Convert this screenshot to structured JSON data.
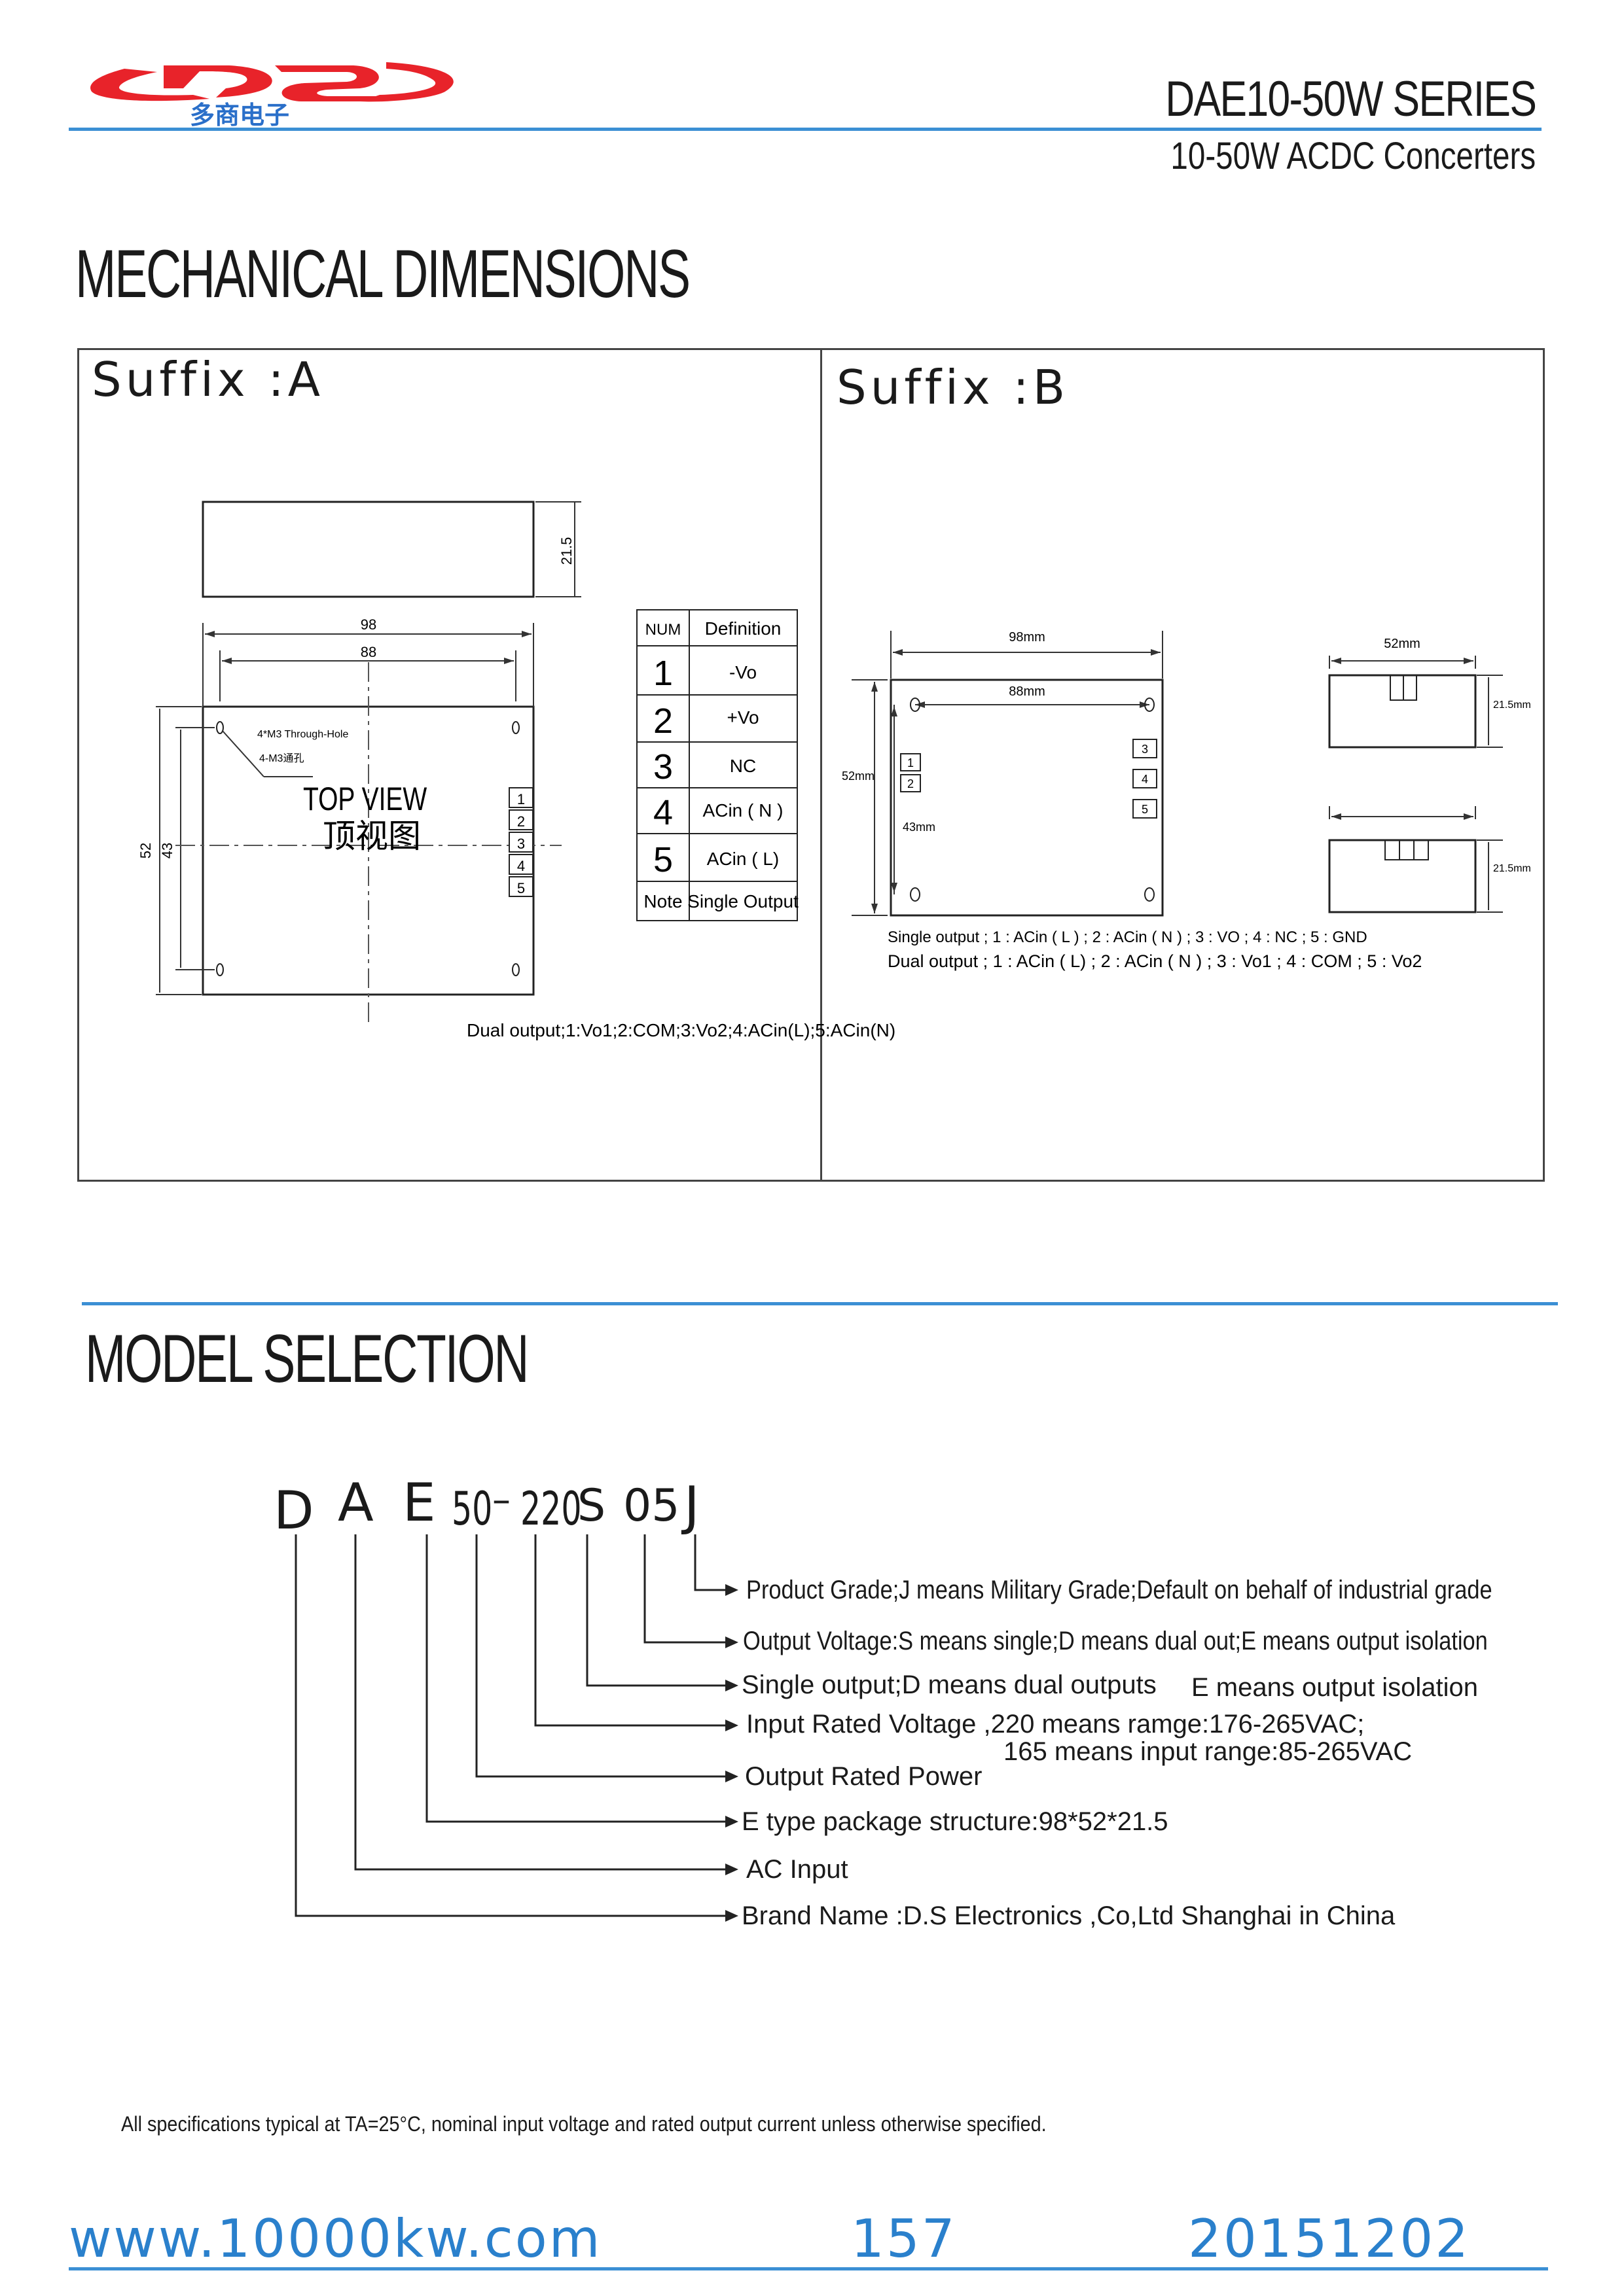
{
  "header": {
    "logo_text": "多商电子",
    "series": "DAE10-50W SERIES",
    "subtitle": "10-50W ACDC Concerters"
  },
  "mechanical": {
    "title": "MECHANICAL DIMENSIONS",
    "suffix_a": {
      "label": "Suffix :A",
      "dim_height": "21.5",
      "dim_98": "98",
      "dim_88": "88",
      "dim_52": "52",
      "dim_43": "43",
      "hole_note_en": "4*M3 Through-Hole",
      "hole_note_cn": "4-M3通孔",
      "top_view": "TOP VIEW",
      "top_view_cn": "顶视图",
      "pins": [
        "1",
        "2",
        "3",
        "4",
        "5"
      ],
      "pin_table": {
        "header": [
          "NUM",
          "Definition"
        ],
        "rows": [
          [
            "1",
            "-Vo"
          ],
          [
            "2",
            "+Vo"
          ],
          [
            "3",
            "NC"
          ],
          [
            "4",
            "ACin ( N )"
          ],
          [
            "5",
            "ACin ( L)"
          ],
          [
            "Note",
            "Single Output"
          ]
        ]
      },
      "dual_note": "Dual output;1:Vo1;2:COM;3:Vo2;4:ACin(L);5:ACin(N)"
    },
    "suffix_b": {
      "label": "Suffix :B",
      "dim_98": "98mm",
      "dim_88": "88mm",
      "dim_52": "52mm",
      "dim_43": "43mm",
      "side_width": "52mm",
      "side_height_1": "21.5mm",
      "side_height_2": "21.5mm",
      "pins_left": [
        "1",
        "2"
      ],
      "pins_right": [
        "3",
        "4",
        "5"
      ],
      "single_note": "Single output ; 1 : ACin ( L )  ; 2 : ACin ( N ) ; 3 : VO ; 4 : NC ; 5 : GND",
      "dual_note": "Dual output ; 1 : ACin ( L) ; 2 : ACin ( N ) ; 3 : Vo1 ; 4 : COM ; 5 : Vo2"
    }
  },
  "model": {
    "title": "MODEL SELECTION",
    "code": [
      "D",
      "A",
      "E",
      "50",
      "–",
      "220",
      "S",
      "05",
      "J"
    ],
    "descriptions": [
      "Product Grade;J means Military Grade;Default on behalf of industrial grade",
      "Output Voltage:S means single;D means dual out;E means output isolation",
      "Single output;D means dual outputs",
      "E means output isolation",
      "Input Rated Voltage ,220 means ramge:176-265VAC;",
      "165 means input range:85-265VAC",
      "Output Rated Power",
      "E type package structure:98*52*21.5",
      "AC Input",
      "Brand Name :D.S Electronics ,Co,Ltd Shanghai in China"
    ]
  },
  "footnote": "All specifications typical at TA=25°C, nominal input voltage and rated output current unless otherwise specified.",
  "footer": {
    "website": "www.10000kw.com",
    "page": "157",
    "date": "20151202"
  },
  "colors": {
    "accent_blue": "#3b8fd4",
    "logo_red": "#e8232a",
    "logo_blue": "#2a6fc9"
  }
}
